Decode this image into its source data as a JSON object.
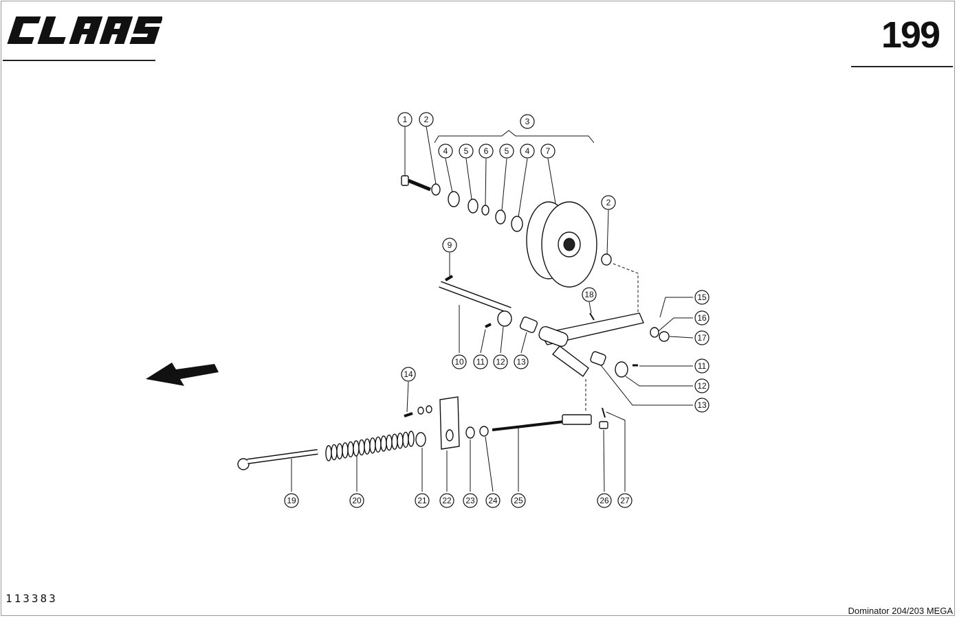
{
  "header": {
    "brand": "CLAAS",
    "page_number": "199"
  },
  "footer": {
    "drawing_number": "113383",
    "model": "Dominator 204/203 MEGA"
  },
  "callouts": [
    "1",
    "2",
    "3",
    "4",
    "5",
    "6",
    "5",
    "4",
    "7",
    "2",
    "9",
    "10",
    "11",
    "12",
    "13",
    "18",
    "15",
    "16",
    "17",
    "11",
    "12",
    "13",
    "14",
    "19",
    "20",
    "21",
    "22",
    "23",
    "24",
    "25",
    "26",
    "27"
  ]
}
